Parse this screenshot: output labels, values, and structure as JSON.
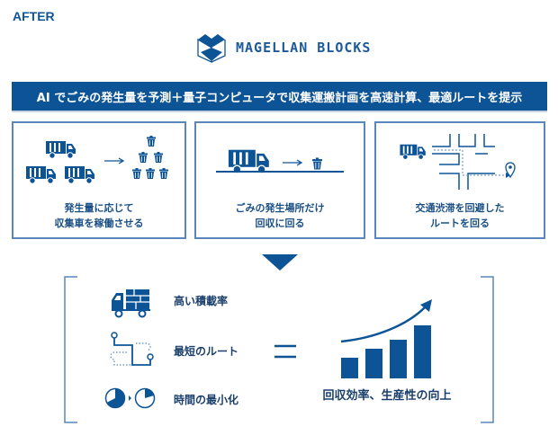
{
  "header": {
    "label": "AFTER",
    "logo_text": "MAGELLAN BLOCKS"
  },
  "banner": {
    "text": "AI でごみの発生量を予測＋量子コンピュータで収集運搬計画を高速計算、最適ルートを提示"
  },
  "cards": [
    {
      "line1": "発生量に応じて",
      "line2": "収集車を稼働させる"
    },
    {
      "line1": "ごみの発生場所だけ",
      "line2": "回収に回る"
    },
    {
      "line1": "交通渋滞を回避した",
      "line2": "ルートを回る"
    }
  ],
  "benefits": [
    {
      "label": "高い積載率"
    },
    {
      "label": "最短のルート"
    },
    {
      "label": "時間の最小化"
    }
  ],
  "result": {
    "label": "回収効率、生産性の向上"
  },
  "colors": {
    "brand": "#0d5497",
    "border": "#5a87bb"
  }
}
